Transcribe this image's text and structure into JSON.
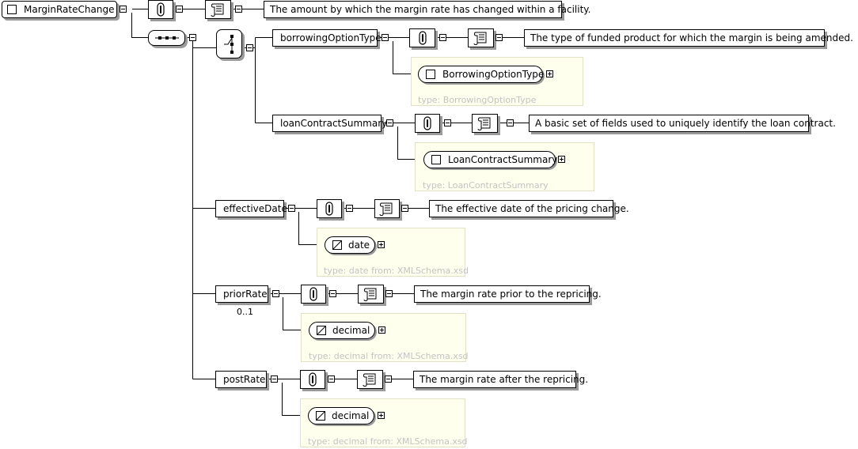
{
  "root": {
    "name": "MarginRateChange",
    "documentation": "The amount by which the margin rate has changed within a facility."
  },
  "elements": [
    {
      "name": "borrowingOptionType",
      "documentation": "The type of funded product for which the margin is being amended.",
      "type_name": "BorrowingOptionType",
      "type_label": "type: BorrowingOptionType",
      "cardinality": ""
    },
    {
      "name": "loanContractSummary",
      "documentation": "A basic set of fields used to uniquely identify the loan contract.",
      "type_name": "LoanContractSummary",
      "type_label": "type: LoanContractSummary",
      "cardinality": ""
    },
    {
      "name": "effectiveDate",
      "documentation": "The effective date of the pricing change.",
      "type_name": "date",
      "type_label": "type: date from: XMLSchema.xsd",
      "cardinality": ""
    },
    {
      "name": "priorRate",
      "documentation": "The margin rate prior to the repricing.",
      "type_name": "decimal",
      "type_label": "type: decimal from: XMLSchema.xsd",
      "cardinality": "0..1"
    },
    {
      "name": "postRate",
      "documentation": "The margin rate after the repricing.",
      "type_name": "decimal",
      "type_label": "type: decimal from: XMLSchema.xsd",
      "cardinality": ""
    }
  ]
}
